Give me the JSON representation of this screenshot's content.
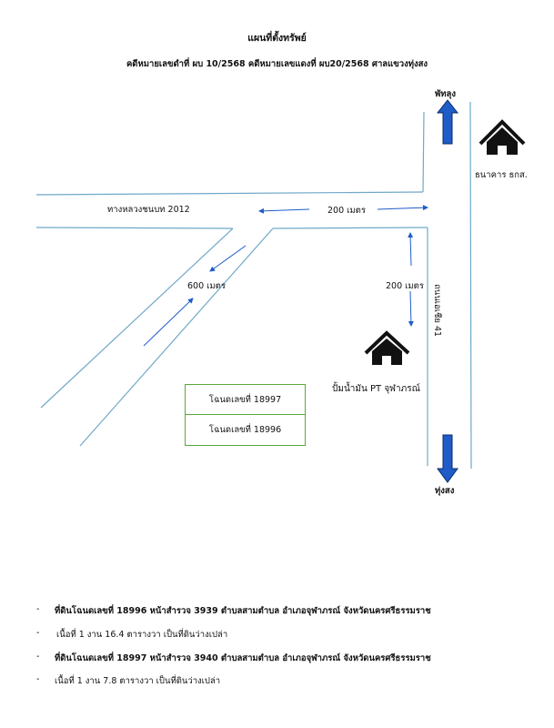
{
  "title": "แผนที่ตั้งทรัพย์",
  "subtitle": "คดีหมายเลขดำที่ ผบ 10/2568 คดีหมายเลขแดงที่ ผบ20/2568 ศาลแขวงทุ่งสง",
  "map": {
    "north_label": "พัทลุง",
    "south_label": "ทุ่งสง",
    "bank_label": "ธนาคาร ธกส.",
    "gas_station_label": "ปั้มน้ำมัน PT จุฬาภรณ์",
    "road_horizontal": "ทางหลวงชนบท  2012",
    "road_vertical": "ถนนเอเชีย  41",
    "dist_horizontal": "200 เมตร",
    "dist_vertical": "200 เมตร",
    "dist_diagonal": "600 เมตร",
    "plot1": "โฉนดเลขที่ 18997",
    "plot2": "โฉนดเลขที่ 18996",
    "colors": {
      "road": "#6fa8c8",
      "arrow": "#1f5cc8",
      "plot": "#5aa83a"
    }
  },
  "notes": [
    {
      "bullet": "-",
      "text": "ที่ดินโฉนดเลขที่ 18996 หน้าสำรวจ 3939 ตำบลสามตำบล อำเภอจุฬาภรณ์ จังหวัดนครศรีธรรมราช",
      "bold": true
    },
    {
      "bullet": "-",
      "text": " เนื้อที่ 1 งาน 16.4 ตารางวา  เป็นที่ดินว่างเปล่า",
      "bold": false
    },
    {
      "bullet": "-",
      "text": "ที่ดินโฉนดเลขที่ 18997 หน้าสำรวจ 3940 ตำบลสามตำบล อำเภอจุฬาภรณ์ จังหวัดนครศรีธรรมราช",
      "bold": true
    },
    {
      "bullet": "-",
      "text": "เนื้อที่ 1 งาน 7.8 ตารางวา  เป็นที่ดินว่างเปล่า",
      "bold": false
    }
  ]
}
